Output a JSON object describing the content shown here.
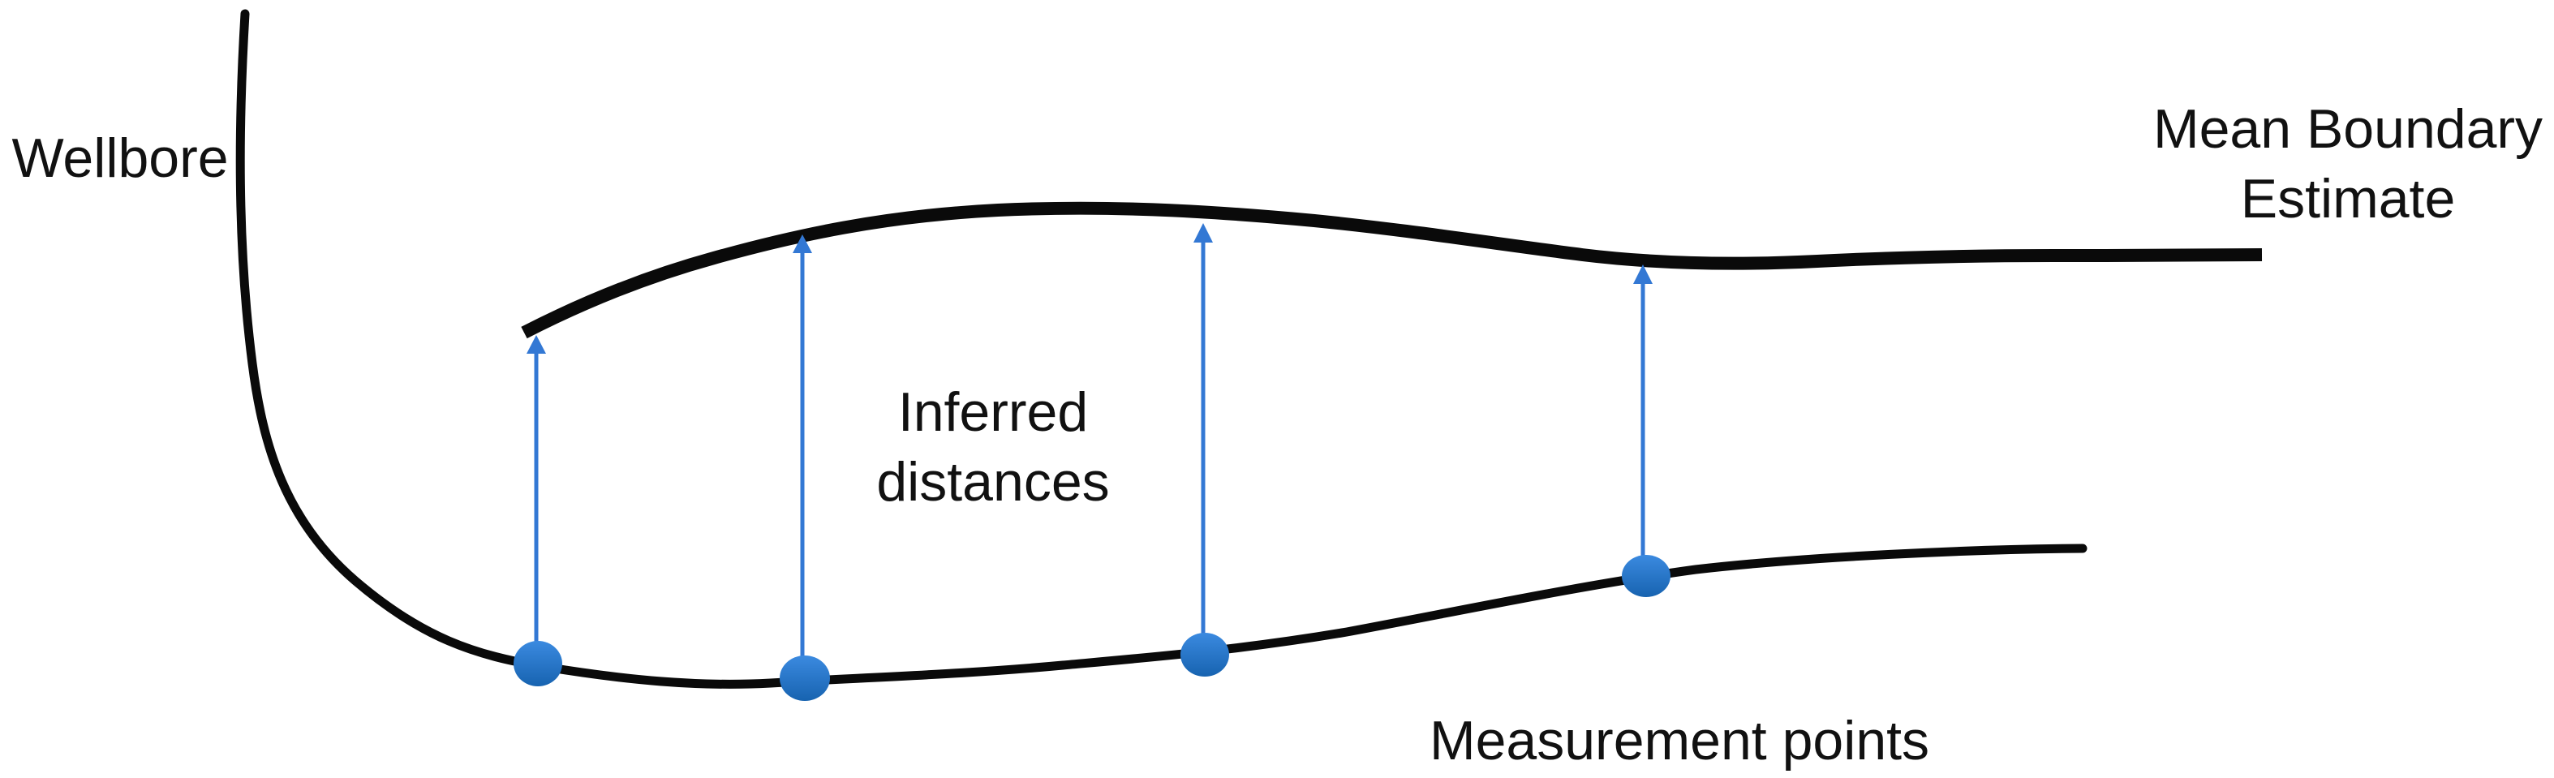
{
  "diagram": {
    "labels": {
      "wellbore": "Wellbore",
      "mean_boundary_line1": "Mean Boundary",
      "mean_boundary_line2": "Estimate",
      "inferred_line1": "Inferred",
      "inferred_line2": "distances",
      "measurement_points": "Measurement points"
    },
    "colors": {
      "curve_black": "#0a0a0a",
      "arrow_blue": "#3378d4",
      "dot_blue_light": "#3b8ae0",
      "dot_blue_dark": "#1763b0",
      "text_black": "#111111",
      "background": "#ffffff"
    },
    "counts": {
      "measurement_points": 4,
      "inferred_distance_arrows": 4
    }
  }
}
